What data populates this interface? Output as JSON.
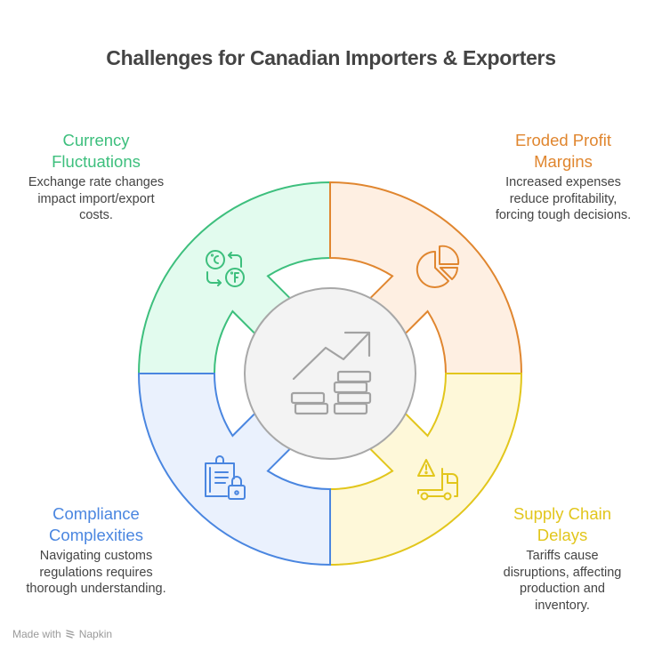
{
  "title": "Challenges for Canadian Importers & Exporters",
  "colors": {
    "green": "#3dbf7d",
    "green_fill": "#e2fbee",
    "orange": "#e0862f",
    "orange_fill": "#feefe2",
    "yellow": "#e2c61c",
    "yellow_fill": "#fef8d9",
    "blue": "#4a86e0",
    "blue_fill": "#eaf1fd",
    "center_fill": "#f3f3f3",
    "center_stroke": "#a8a8a8"
  },
  "center": {
    "icon": "growth-chart-coins-icon"
  },
  "segments": [
    {
      "id": "currency",
      "title_line1": "Currency",
      "title_line2": "Fluctuations",
      "description_line1": "Exchange rate changes",
      "description_line2": "impact import/export",
      "description_line3": "costs.",
      "icon": "temperature-conversion-icon",
      "color": "#3dbf7d"
    },
    {
      "id": "profit",
      "title_line1": "Eroded Profit",
      "title_line2": "Margins",
      "description_line1": "Increased expenses",
      "description_line2": "reduce profitability,",
      "description_line3": "forcing tough decisions.",
      "icon": "pie-chart-icon",
      "color": "#e0862f"
    },
    {
      "id": "compliance",
      "title_line1": "Compliance",
      "title_line2": "Complexities",
      "description_line1": "Navigating customs",
      "description_line2": "regulations requires",
      "description_line3": "thorough understanding.",
      "icon": "clipboard-lock-icon",
      "color": "#4a86e0"
    },
    {
      "id": "supply",
      "title_line1": "Supply Chain",
      "title_line2": "Delays",
      "description_line1": "Tariffs cause",
      "description_line2": "disruptions, affecting",
      "description_line3": "production and",
      "description_line4": "inventory.",
      "icon": "truck-warning-icon",
      "color": "#e2c61c"
    }
  ],
  "footer": {
    "made_with": "Made with",
    "brand": "Napkin"
  }
}
